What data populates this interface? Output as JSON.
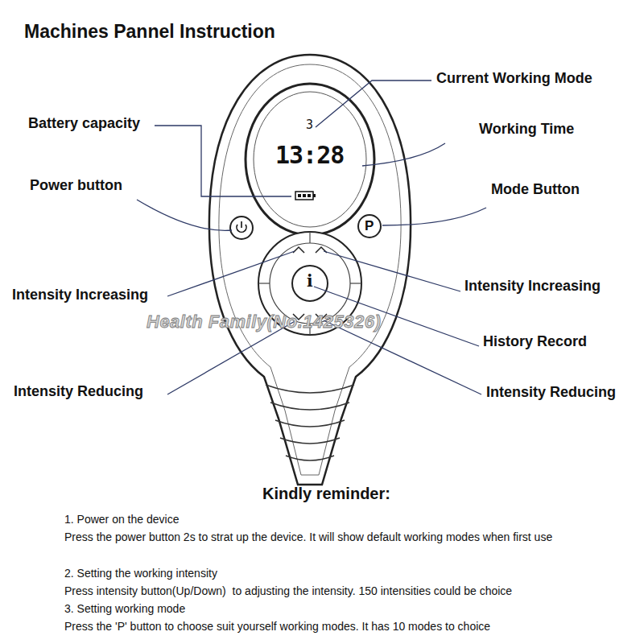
{
  "diagram": {
    "title": "Machines Pannel Instruction",
    "labels": [
      "Current Working Mode",
      "3",
      "13:28",
      "Battery capacity",
      "Working Time",
      "Power button",
      "Mode Button",
      "P",
      "Intensity Increasing",
      "Intensity Increasing",
      "i",
      "History Record",
      "Intensity Reducing",
      "Intensity Reducing",
      "Health Family(No.1425326)",
      "Kindly reminder:",
      "1. Power on the device",
      "Press the power button 2s to strat up the device. It will show default working modes when first use",
      "2. Setting the working intensity",
      "Press intensity button(Up/Down)  to adjusting the intensity. 150 intensities could be choice",
      "3. Setting working mode",
      "Press the 'P' button to choose suit yourself working modes. It has 10 modes to choice"
    ]
  }
}
